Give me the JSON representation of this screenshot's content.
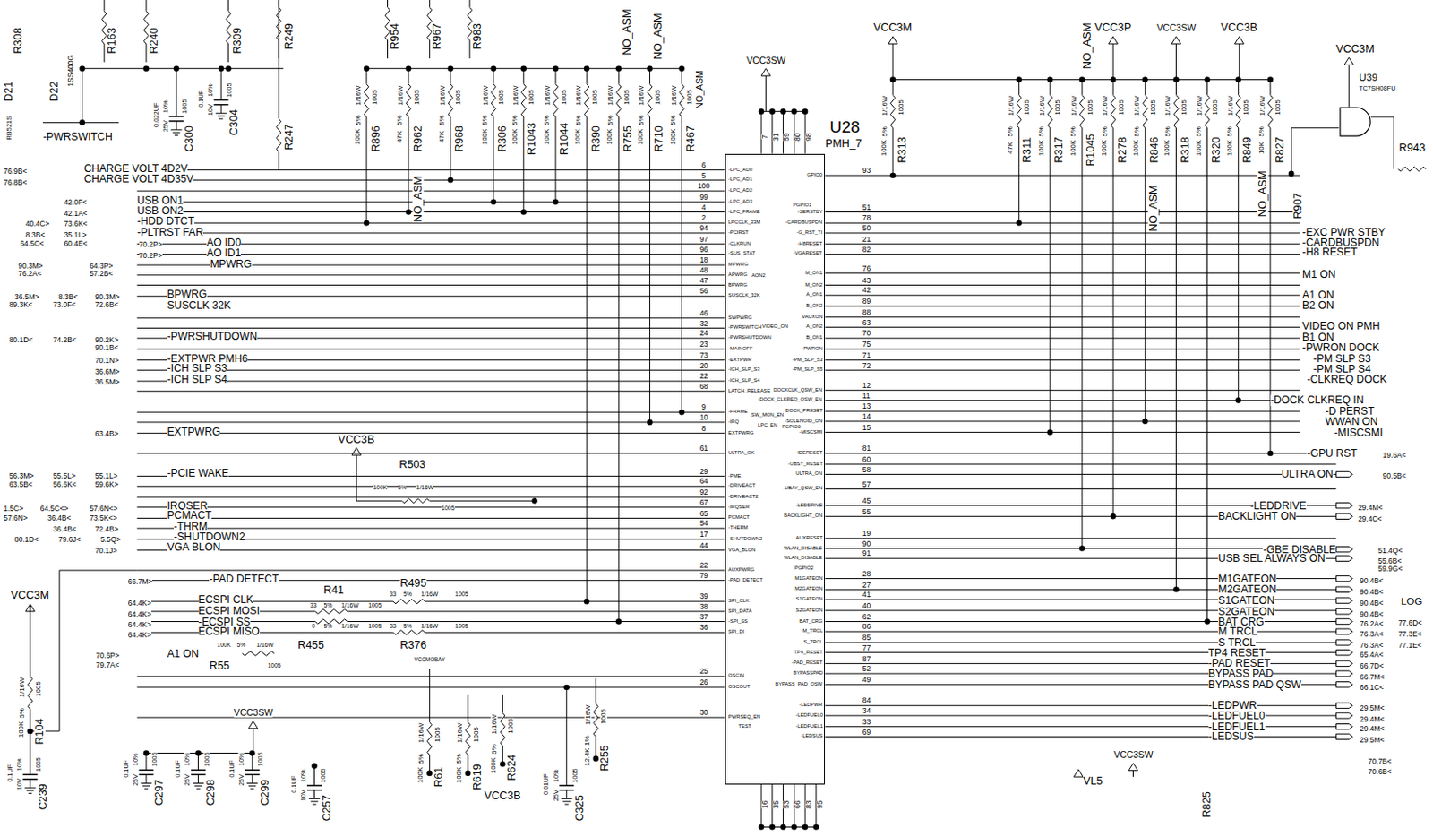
{
  "diagram": {
    "nodes": [
      {
        "text": [
          "U28",
          "PMH_7"
        ]
      },
      {
        "text": [
          "U39",
          "TC7SH08FU"
        ]
      }
    ],
    "labels": [
      "-PWRSWITCH",
      "CHARGE VOLT 4D2V",
      "CHARGE VOLT 4D35V",
      "USB ON1",
      "USB ON2",
      "-HDD DTCT",
      "-PLTRST FAR",
      "AO ID0",
      "AO ID1",
      "MPWRG",
      "BPWRG",
      "SUSCLK 32K",
      "-PWRSHUTDOWN",
      "-EXTPWR PMH6",
      "-ICH SLP S3",
      "-ICH SLP S4",
      "EXTPWRG",
      "-PCIE WAKE",
      "IRQSER",
      "PCMACT",
      "-THRM",
      "-SHUTDOWN2",
      "VGA BLON",
      "-PAD DETECT",
      "ECSPI CLK",
      "ECSPI MOSI",
      "-ECSPI SS",
      "ECSPI MISO",
      "A1 ON",
      "76.9B<",
      "76.8B<",
      "42.0F<",
      "42.1A<",
      "40.4C>",
      "73.6K<",
      "8.3B<",
      "35.1L>",
      "64.5C<",
      "60.4E<",
      "70.2P>",
      "70.2P>",
      "90.3M>",
      "64.3P>",
      "76.2A<",
      "57.2B<",
      "36.5M>",
      "8.3B<",
      "90.3M>",
      "89.3K<",
      "73.0F<",
      "72.6B<",
      "80.1D<",
      "74.2B<",
      "90.2K>",
      "90.1B<",
      "70.1N>",
      "36.6M>",
      "36.5M>",
      "63.4B>",
      "56.3M>",
      "55.5L>",
      "55.1L>",
      "63.5B<",
      "56.6K<",
      "59.6K>",
      "1.5C>",
      "64.5C<>",
      "57.6N<>",
      "57.6N>",
      "36.4B<",
      "73.5K<>",
      "36.4B<",
      "72.4B>",
      "80.1D<",
      "79.6J<",
      "5.5Q>",
      "70.1J>",
      "66.7M>",
      "64.4K>",
      "64.4K>",
      "64.4K>",
      "64.4K>",
      "70.6P>",
      "79.7A<",
      "-EXC PWR STBY",
      "-CARDBUSPDN",
      "-H8 RESET",
      "M1 ON",
      "A1 ON",
      "B2 ON",
      "VIDEO ON PMH",
      "B1 ON",
      "-PWRON DOCK",
      "-PM SLP S3",
      "-PM SLP S4",
      "-CLKREQ DOCK",
      "-DOCK CLKREQ IN",
      "-D PERST",
      "WWAN ON",
      "-MISCSMI",
      "-GPU RST",
      "ULTRA ON",
      "-LEDDRIVE",
      "BACKLIGHT ON",
      "-GBE DISABLE",
      "USB SEL ALWAYS ON",
      "M1GATEON",
      "M2GATEON",
      "S1GATEON",
      "S2GATEON",
      "BAT CRG",
      "M TRCL",
      "S TRCL",
      "TP4 RESET",
      "-PAD RESET",
      "BYPASS PAD",
      "BYPASS PAD QSW",
      "-LEDPWR",
      "-LEDFUEL0",
      "-LEDFUEL1",
      "-LEDSUS",
      "19.6A<",
      "90.5B<",
      "29.4M<",
      "29.4C<",
      "51.4Q<",
      "55.6B<",
      "59.9G<",
      "90.4B<",
      "90.4B<",
      "90.4B<",
      "90.4B<",
      "76.2A<",
      "76.3A<",
      "76.3A<",
      "65.4A<",
      "66.7D<",
      "66.7M<",
      "66.1C<",
      "29.5M<",
      "29.4M<",
      "29.4M<",
      "29.5M<",
      "LOG",
      "77.6D<",
      "77.3E<",
      "77.1E<",
      "70.7B<",
      "70.6B<",
      "VCC3M",
      "VCC3P",
      "VCC3SW",
      "VCC3B",
      "VCC3M",
      "VCC3SW",
      "VCC3B",
      "VCC3M",
      "VCC3SW",
      "VCC3B",
      "VCC3SW",
      "VL5",
      "VCCMOBAY",
      "NO_ASM",
      "NO_ASM",
      "NO_ASM",
      "NO_ASM",
      "NO_ASM",
      "NO_ASM",
      "NO_ASM",
      "D21",
      "D22",
      "1SS400G",
      "RB521S",
      "R308",
      "R163",
      "R240",
      "R309",
      "R249",
      "R954",
      "R967",
      "R983",
      "R247",
      "R907",
      "R825",
      "R943",
      "AON2",
      "VIDEO_ON",
      "SW_MON_EN",
      "LPC_EN",
      "PGPIO0",
      "PGPIO1",
      "PGPIO2",
      "TEST",
      "6",
      "-LPC_AD0",
      "5",
      "-LPC_AD1",
      "100",
      "-LPC_AD2",
      "99",
      "-LPC_AD3",
      "4",
      "-LPC_FRAME",
      "2",
      "LPCCLK_33M",
      "94",
      "-PCIRST",
      "97",
      "-CLKRUN",
      "96",
      "-SUS_STAT",
      "18",
      "MPWRG",
      "48",
      "APWRG",
      "47",
      "BPWRG",
      "56",
      "SUSCLK_32K",
      "46",
      "SWPWRG",
      "32",
      "-PWRSWITCH",
      "24",
      "-PWRSHUTDOWN",
      "23",
      "-MAINOFF",
      "73",
      "-EXTPWR",
      "20",
      "-ICH_SLP_S3",
      "22",
      "-ICH_SLP_S4",
      "68",
      "LATCH_RELEASE",
      "9",
      "-FRAME",
      "10",
      "-IRQ",
      "8",
      "EXTPWRG",
      "61",
      "ULTRA_OK",
      "29",
      "-PME",
      "64",
      "-DRIVEACT",
      "92",
      "-DRIVEACT2",
      "67",
      "-IRQSER",
      "65",
      "PCMACT",
      "54",
      "-THERM",
      "17",
      "-SHUTDOWN2",
      "44",
      "VGA_BLON",
      "22",
      "AUXPWRG",
      "79",
      "-PAD_DETECT",
      "39",
      "SPI_CLK",
      "38",
      "SPI_DATA",
      "37",
      "-SPI_SS",
      "36",
      "SPI_DI",
      "25",
      "OSCIN",
      "26",
      "OSCOUT",
      "30",
      "PWRSEQ_EN",
      "93",
      "GPIO0",
      "51",
      "-SERSTBY",
      "78",
      "-CARDBUSPDN",
      "50",
      "-G_RST_TI",
      "21",
      "-H8RESET",
      "82",
      "-VGARESET",
      "76",
      "M_ON1",
      "43",
      "M_ON2",
      "42",
      "A_ON1",
      "89",
      "B_ON2",
      "88",
      "VAUXON",
      "63",
      "A_ON2",
      "70",
      "B_ON1",
      "75",
      "-PWRON",
      "71",
      "-PM_SLP_S3",
      "72",
      "-PM_SLP_S5",
      "12",
      "DOCKCLK_QSW_EN",
      "11",
      "-DOCK_CLKREQ_QSW_EN",
      "13",
      "DOCK_PRESET",
      "14",
      "-SOLENOID_ON",
      "15",
      "-MISCSMI",
      "81",
      "-IDERESET",
      "60",
      "-UBSY_RESET",
      "58",
      "ULTRA_ON",
      "57",
      "-UBAY_QSW_EN",
      "45",
      "-LEDDRIVE",
      "55",
      "BACKLIGHT_ON",
      "19",
      "AUXRESET",
      "90",
      "WLAN_DISABLE",
      "91",
      "WLAN_DISABLE",
      "28",
      "M1GATEON",
      "27",
      "M2GATEON",
      "41",
      "S1GATEON",
      "40",
      "S2GATEON",
      "62",
      "BAT_CRG",
      "86",
      "M_TRCL",
      "85",
      "S_TRCL",
      "77",
      "TP4_RESET",
      "87",
      "-PAD_RESET",
      "52",
      "BYPASSPAD",
      "49",
      "BYPASS_PAD_QSW",
      "84",
      "-LEDPWR",
      "34",
      "-LEDFUEL0",
      "33",
      "-LEDFUEL1",
      "69",
      "-LEDSUS",
      "7",
      "31",
      "59",
      "80",
      "98",
      "16",
      "35",
      "53",
      "66",
      "83",
      "95",
      "R896",
      "100K",
      "5%",
      "1/16W",
      "1005",
      "R962",
      "47K",
      "5%",
      "1/16W",
      "1005",
      "R968",
      "47K",
      "5%",
      "1/16W",
      "1005",
      "R306",
      "100K",
      "5%",
      "1/16W",
      "1005",
      "R1043",
      "100K",
      "5%",
      "1/16W",
      "1005",
      "R1044",
      "100K",
      "5%",
      "1/16W",
      "1005",
      "R390",
      "100K",
      "5%",
      "1/16W",
      "1005",
      "R755",
      "100K",
      "5%",
      "1/16W",
      "1005",
      "R710",
      "100K",
      "5%",
      "1/16W",
      "1005",
      "R467",
      "100K",
      "5%",
      "1/16W",
      "1005",
      "R313",
      "100K",
      "5%",
      "1/16W",
      "1005",
      "R311",
      "47K",
      "5%",
      "1/16W",
      "1005",
      "R317",
      "100K",
      "5%",
      "1/16W",
      "1005",
      "R1045",
      "100K",
      "5%",
      "1/16W",
      "1005",
      "R278",
      "100K",
      "5%",
      "1/16W",
      "1005",
      "R846",
      "100K",
      "5%",
      "1/16W",
      "1005",
      "R318",
      "100K",
      "5%",
      "1/16W",
      "1005",
      "R320",
      "100K",
      "5%",
      "1/16W",
      "1005",
      "R849",
      "100K",
      "5%",
      "1/16W",
      "1005",
      "R827",
      "10K",
      "5%",
      "1/16W",
      "1005",
      "R104",
      "100K",
      "5%",
      "1/16W",
      "1005",
      "R61",
      "100K",
      "5%",
      "1/16W",
      "1005",
      "R619",
      "100K",
      "5%",
      "1/16W",
      "1005",
      "R624",
      "100K",
      "5%",
      "1/16W",
      "1005",
      "R255",
      "12.4K",
      "1%",
      "1/16W",
      "1005",
      "R503",
      "100K",
      "5%",
      "1/16W",
      "1005",
      "R41",
      "33",
      "5%",
      "1/16W",
      "1005",
      "R495",
      "33",
      "5%",
      "1/16W",
      "1005",
      "R455",
      "0",
      "5%",
      "1/16W",
      "1005",
      "R376",
      "33",
      "5%",
      "1/16W",
      "1005",
      "R55",
      "100K",
      "5%",
      "1/16W",
      "1005",
      "C300",
      "0.022UF",
      "10%",
      "25V",
      "1005",
      "C304",
      "0.1UF",
      "10%",
      "10V",
      "1005",
      "C239",
      "0.1UF",
      "10%",
      "10V",
      "1005",
      "C297",
      "0.1UF",
      "10%",
      "25V",
      "1005",
      "C298",
      "0.1UF",
      "10%",
      "25V",
      "1005",
      "C299",
      "0.1UF",
      "10%",
      "25V",
      "1005",
      "C257",
      "0.1UF",
      "10%",
      "10V",
      "1005",
      "C325",
      "0.01UF",
      "10%",
      "25V",
      "1005"
    ]
  }
}
